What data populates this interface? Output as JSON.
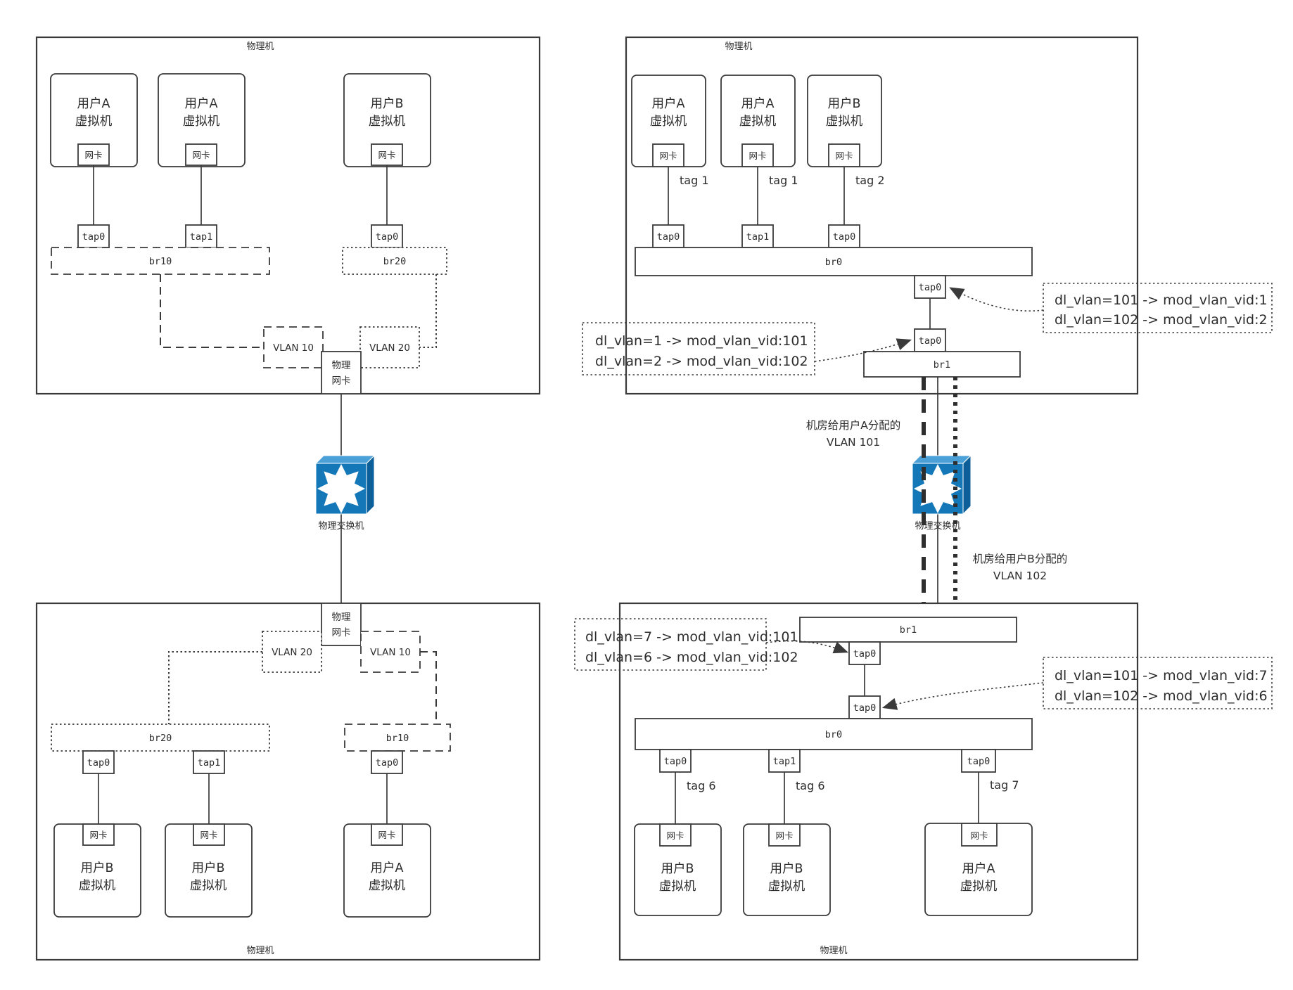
{
  "left_top": {
    "title": "物理机",
    "vms": [
      {
        "owner": "用户A",
        "type": "虚拟机",
        "nic": "网卡",
        "tap": "tap0"
      },
      {
        "owner": "用户A",
        "type": "虚拟机",
        "nic": "网卡",
        "tap": "tap1"
      },
      {
        "owner": "用户B",
        "type": "虚拟机",
        "nic": "网卡",
        "tap": "tap0"
      }
    ],
    "bridge_a": "br10",
    "bridge_b": "br20",
    "vlan_a": "VLAN 10",
    "vlan_b": "VLAN 20",
    "phys_nic": [
      "物理",
      "网卡"
    ]
  },
  "left_bottom": {
    "title": "物理机",
    "vms": [
      {
        "owner": "用户B",
        "type": "虚拟机",
        "nic": "网卡",
        "tap": "tap0"
      },
      {
        "owner": "用户B",
        "type": "虚拟机",
        "nic": "网卡",
        "tap": "tap1"
      },
      {
        "owner": "用户A",
        "type": "虚拟机",
        "nic": "网卡",
        "tap": "tap0"
      }
    ],
    "bridge_a": "br20",
    "bridge_b": "br10",
    "vlan_a": "VLAN 20",
    "vlan_b": "VLAN 10",
    "phys_nic": [
      "物理",
      "网卡"
    ]
  },
  "right_top": {
    "title": "物理机",
    "vms": [
      {
        "owner": "用户A",
        "type": "虚拟机",
        "nic": "网卡",
        "tag": "tag 1",
        "tap": "tap0"
      },
      {
        "owner": "用户A",
        "type": "虚拟机",
        "nic": "网卡",
        "tag": "tag 1",
        "tap": "tap1"
      },
      {
        "owner": "用户B",
        "type": "虚拟机",
        "nic": "网卡",
        "tag": "tag 2",
        "tap": "tap0"
      }
    ],
    "bridge_main": "br0",
    "bridge_uplink": "br1",
    "patch_taps": [
      "tap0",
      "tap0"
    ],
    "flow_rules_down": [
      "dl_vlan=1 -> mod_vlan_vid:101",
      "dl_vlan=2 -> mod_vlan_vid:102"
    ],
    "flow_rules_up": [
      "dl_vlan=101 -> mod_vlan_vid:1",
      "dl_vlan=102 -> mod_vlan_vid:2"
    ]
  },
  "right_bottom": {
    "title": "物理机",
    "vms": [
      {
        "owner": "用户B",
        "type": "虚拟机",
        "nic": "网卡",
        "tag": "tag 6",
        "tap": "tap0"
      },
      {
        "owner": "用户B",
        "type": "虚拟机",
        "nic": "网卡",
        "tag": "tag 6",
        "tap": "tap1"
      },
      {
        "owner": "用户A",
        "type": "虚拟机",
        "nic": "网卡",
        "tag": "tag 7",
        "tap": "tap0"
      }
    ],
    "bridge_main": "br0",
    "bridge_uplink": "br1",
    "patch_taps": [
      "tap0",
      "tap0"
    ],
    "flow_rules_down": [
      "dl_vlan=7 -> mod_vlan_vid:101",
      "dl_vlan=6 -> mod_vlan_vid:102"
    ],
    "flow_rules_up": [
      "dl_vlan=101 -> mod_vlan_vid:7",
      "dl_vlan=102 -> mod_vlan_vid:6"
    ]
  },
  "middle": {
    "switch_left": "物理交换机",
    "switch_right": "物理交换机",
    "vlan_a_note": [
      "机房给用户A分配的",
      "VLAN 101"
    ],
    "vlan_b_note": [
      "机房给用户B分配的",
      "VLAN 102"
    ]
  },
  "colors": {
    "line": "#3a3a3a",
    "switch_front": "#1478b8",
    "switch_top": "#4ba0d8",
    "switch_side": "#0d5f99"
  }
}
